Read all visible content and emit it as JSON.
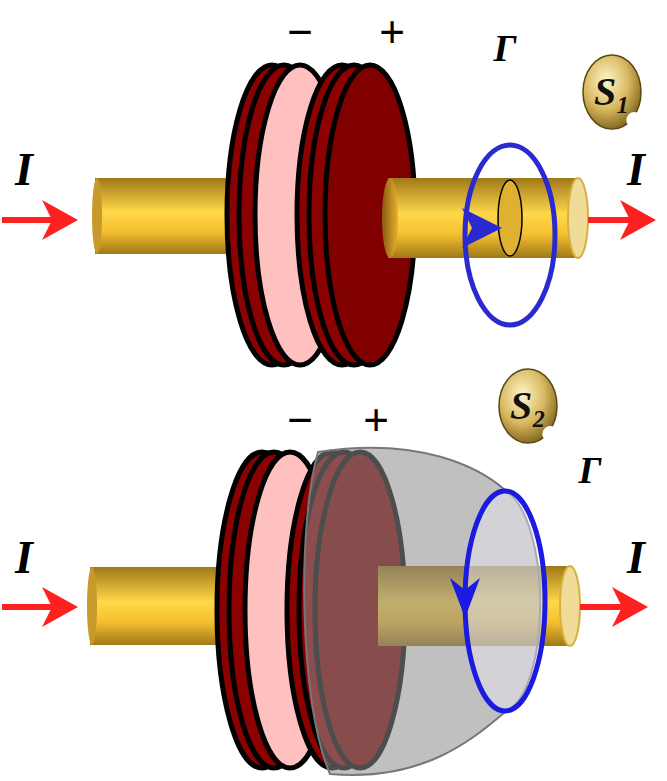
{
  "diagram": {
    "nodes": [
      {
        "text": [
          "S₁"
        ]
      },
      {
        "text": [
          "S₂"
        ]
      }
    ],
    "labels": [
      "−",
      "+",
      "I",
      "I",
      "Γ",
      "−",
      "+",
      "I",
      "I",
      "Γ"
    ]
  }
}
